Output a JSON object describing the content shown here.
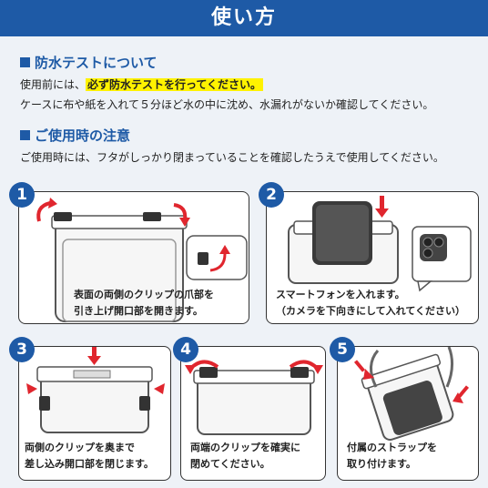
{
  "header": {
    "title": "使い方"
  },
  "waterproof": {
    "title": "防水テストについて",
    "line1_pre": "使用前には、",
    "line1_hl": "必ず防水テストを行ってください。",
    "line2": "ケースに布や紙を入れて５分ほど水の中に沈め、水漏れがないか確認してください。"
  },
  "caution": {
    "title": "ご使用時の注意",
    "line1": "ご使用時には、フタがしっかり閉まっていることを確認したうえで使用してください。"
  },
  "steps": [
    {
      "num": "1",
      "line1": "表面の両側のクリップの爪部を",
      "line2": "引き上げ開口部を開きます。"
    },
    {
      "num": "2",
      "line1": "スマートフォンを入れます。",
      "line2": "（カメラを下向きにして入れてください）"
    },
    {
      "num": "3",
      "line1": "両側のクリップを奥まで",
      "line2": "差し込み開口部を閉じます。"
    },
    {
      "num": "4",
      "line1": "両端のクリップを確実に",
      "line2": "閉めてください。"
    },
    {
      "num": "5",
      "line1": "付属のストラップを",
      "line2": "取り付けます。"
    }
  ],
  "colors": {
    "accent": "#1e5aa6",
    "highlight": "#fff200",
    "arrow": "#e0262e"
  }
}
